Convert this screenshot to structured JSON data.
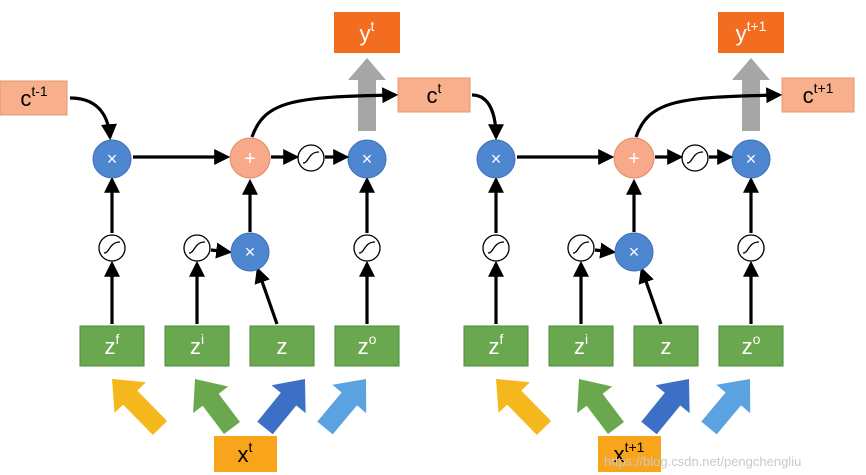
{
  "colors": {
    "z_box": "#6aa84f",
    "z_box_edge": "#4e8a38",
    "c_box": "#f8b08c",
    "c_box_edge": "#e8946a",
    "y_box": "#f26d1f",
    "x_box": "#f9a51b",
    "mult_node": "#4f86d0",
    "plus_node": "#f7a98a",
    "arrow": "#000000",
    "gray_arrow": "#a6a6a6",
    "arrow_yellow": "#f5b81c",
    "arrow_green": "#6aa84f",
    "arrow_blue_dark": "#3d6fc4",
    "arrow_blue_light": "#5aa2e0"
  },
  "icons": [
    "multiply-icon",
    "plus-icon",
    "sigmoid-icon"
  ],
  "cells": [
    {
      "c_in": {
        "base": "c",
        "sup": "t-1"
      },
      "c_out": {
        "base": "c",
        "sup": "t"
      },
      "y": {
        "base": "y",
        "sup": "t"
      },
      "x": {
        "base": "x",
        "sup": "t"
      },
      "zf": {
        "base": "z",
        "sup": "f"
      },
      "zi": {
        "base": "z",
        "sup": "i"
      },
      "z": {
        "base": "z",
        "sup": ""
      },
      "zo": {
        "base": "z",
        "sup": "o"
      }
    },
    {
      "c_in": {
        "base": "",
        "sup": ""
      },
      "c_out": {
        "base": "c",
        "sup": "t+1"
      },
      "y": {
        "base": "y",
        "sup": "t+1"
      },
      "x": {
        "base": "x",
        "sup": "t+1"
      },
      "zf": {
        "base": "z",
        "sup": "f"
      },
      "zi": {
        "base": "z",
        "sup": "i"
      },
      "z": {
        "base": "z",
        "sup": ""
      },
      "zo": {
        "base": "z",
        "sup": "o"
      }
    }
  ],
  "watermark": "https://blog.csdn.net/pengchengliu"
}
